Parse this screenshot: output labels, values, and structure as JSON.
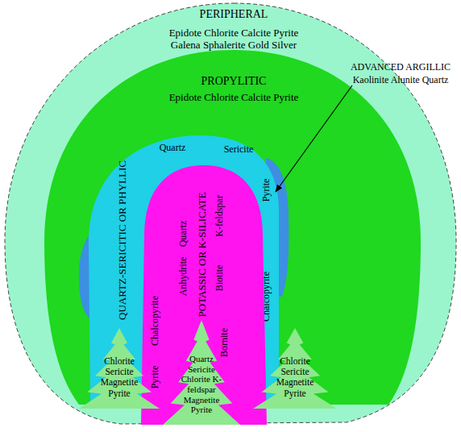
{
  "diagram": {
    "nodes": [
      {
        "text": [
          "PERIPHERAL",
          "Epidote Chlorite Calcite Pyrite Galena Sphalerite Gold Silver"
        ]
      },
      {
        "text": [
          "PROPYLITIC",
          "Epidote Chlorite Calcite Pyrite"
        ],
        "in": 0
      },
      {
        "text": [
          "ADVANCED ARGILLIC",
          "Kaolinite Alunite Quartz"
        ],
        "in": 1
      },
      {
        "text": [
          "QUARTZ-SERICITIC OR PHYLLIC",
          "Quartz",
          "Sericite",
          "Pyrite",
          "Chalcopyrite"
        ],
        "in": 1
      },
      {
        "text": [
          "POTASSIC OR K-SILICATE",
          "Quartz",
          "Anhydrite",
          "Chalcopyrite",
          "Pyrite",
          "K-feldspar",
          "Biotite",
          "Bornite"
        ],
        "in": 3
      },
      {
        "text": [
          "Quartz Sericite Chlorite K-feldspar Magnetite Pyrite"
        ],
        "in": 4
      },
      {
        "text": [
          "Chlorite Sericite Magnetite Pyrite"
        ],
        "in": 1
      },
      {
        "text": [
          "Chlorite Sericite Magnetite Pyrite"
        ],
        "in": 1
      }
    ]
  }
}
